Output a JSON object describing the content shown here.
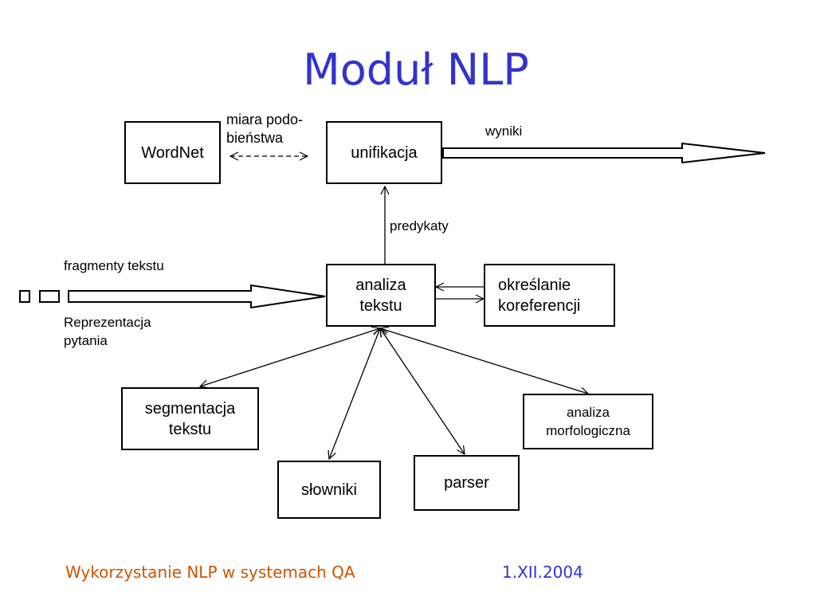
{
  "title": "Moduł NLP",
  "boxes": {
    "wordnet": "WordNet",
    "unifikacja": "unifikacja",
    "analiza_tekstu": "analiza\ntekstu",
    "koreferencja": "określanie\nkoreferencji",
    "segmentacja": "segmentacja\ntekstu",
    "slowniki": "słowniki",
    "parser": "parser",
    "morfologia": "analiza\nmorfologiczna"
  },
  "labels": {
    "miara": "miara podo-\nbieństwa",
    "wyniki": "wyniki",
    "predykaty": "predykaty",
    "fragmenty": "fragmenty tekstu",
    "reprezentacja": "Reprezentacja\npytania"
  },
  "footer": {
    "left": "Wykorzystanie NLP w systemach QA",
    "right": "1.XII.2004"
  },
  "colors": {
    "title": "#3333cc",
    "footer_left": "#cc5500",
    "footer_right": "#3333cc"
  }
}
